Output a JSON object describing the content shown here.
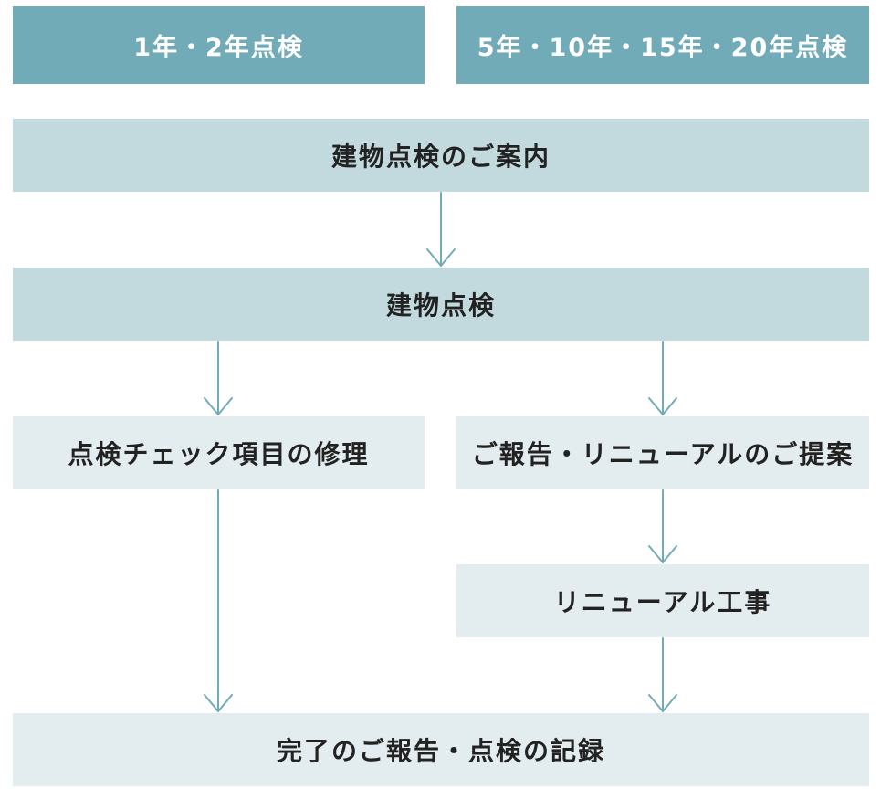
{
  "colors": {
    "header_bg": "#72abb8",
    "step_primary_bg": "#c2dade",
    "step_secondary_bg": "#e3ecee",
    "arrow": "#72abb8"
  },
  "headers": {
    "left": "1年・2年点検",
    "right": "5年・10年・15年・20年点検"
  },
  "steps": {
    "notice": "建物点検のご案内",
    "inspection": "建物点検",
    "repair": "点検チェック項目の修理",
    "proposal": "ご報告・リニューアルのご提案",
    "renewal": "リニューアル工事",
    "complete": "完了のご報告・点検の記録"
  }
}
